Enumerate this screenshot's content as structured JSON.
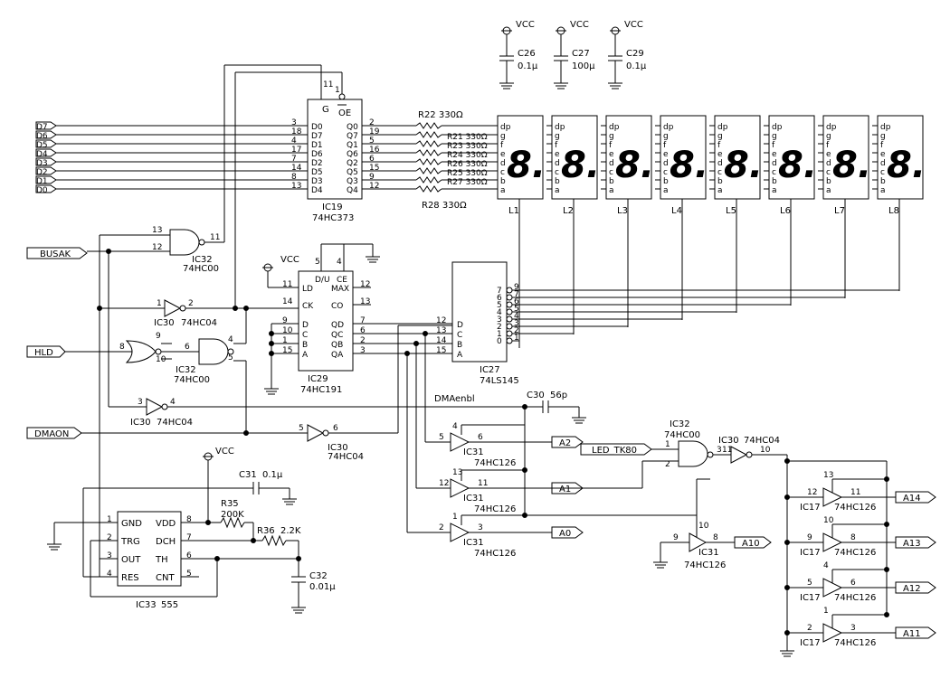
{
  "nets": {
    "vcc": "VCC",
    "data": [
      "D7",
      "D6",
      "D5",
      "D4",
      "D3",
      "D2",
      "D1",
      "D0"
    ],
    "busak": "BUSAK",
    "hld": "HLD",
    "dmaon": "DMAON",
    "dmaenbl": "DMAenbl",
    "led_tk80": "LED_TK80",
    "a2": "A2",
    "a1": "A1",
    "a0": "A0",
    "a10": "A10",
    "a14": "A14",
    "a13": "A13",
    "a12": "A12",
    "a11": "A11"
  },
  "parts": {
    "c26": {
      "ref": "C26",
      "val": "0.1μ"
    },
    "c27": {
      "ref": "C27",
      "val": "100μ"
    },
    "c29": {
      "ref": "C29",
      "val": "0.1μ"
    },
    "c30": {
      "ref": "C30",
      "val": "56p"
    },
    "c31": {
      "ref": "C31",
      "val": "0.1μ"
    },
    "c32": {
      "ref": "C32",
      "val": "0.01μ"
    },
    "r35": {
      "ref": "R35",
      "val": "200K"
    },
    "r36": {
      "ref": "R36",
      "val": "2.2K"
    },
    "r22_28": [
      "R22 330Ω",
      "R21 330Ω",
      "R23 330Ω",
      "R24 330Ω",
      "R26 330Ω",
      "R25 330Ω",
      "R27 330Ω",
      "R28 330Ω"
    ],
    "ic19": {
      "ref": "IC19",
      "type": "74HC373",
      "g": "G",
      "oe": "OE",
      "inputs": [
        "D0",
        "D7",
        "D1",
        "D6",
        "D2",
        "D5",
        "D3",
        "D4"
      ],
      "outputs": [
        "Q0",
        "Q7",
        "Q1",
        "Q6",
        "Q2",
        "Q5",
        "Q3",
        "Q4"
      ],
      "in_pins": [
        "3",
        "18",
        "4",
        "17",
        "7",
        "14",
        "8",
        "13"
      ],
      "out_pins": [
        "2",
        "19",
        "5",
        "16",
        "6",
        "15",
        "9",
        "12"
      ],
      "g_pin": "11",
      "oe_pin": "1"
    },
    "ic29": {
      "ref": "IC29",
      "type": "74HC191",
      "pins_left": [
        "LD",
        "CK",
        "D",
        "C",
        "B",
        "A"
      ],
      "pins_right": [
        "MAX",
        "CO",
        "QD",
        "QC",
        "QB",
        "QA"
      ],
      "top": [
        "D/U",
        "CE"
      ],
      "num_left": [
        "11",
        "14",
        "9",
        "10",
        "1",
        "15"
      ],
      "num_right": [
        "12",
        "13",
        "7",
        "6",
        "2",
        "3"
      ],
      "num_top": [
        "5",
        "4"
      ]
    },
    "ic27": {
      "ref": "IC27",
      "type": "74LS145",
      "in": [
        "D",
        "C",
        "B",
        "A"
      ],
      "out": [
        "7",
        "6",
        "5",
        "4",
        "3",
        "2",
        "1",
        "0"
      ],
      "num_in": [
        "12",
        "13",
        "14",
        "15"
      ],
      "num_out": [
        "9",
        "7",
        "6",
        "5",
        "4",
        "3",
        "2",
        "1"
      ]
    },
    "ic33": {
      "ref": "IC33",
      "type": "555",
      "left": [
        "GND",
        "TRG",
        "OUT",
        "RES"
      ],
      "right": [
        "VDD",
        "DCH",
        "TH",
        "CNT"
      ],
      "num_left": [
        "1",
        "2",
        "3",
        "4"
      ],
      "num_right": [
        "8",
        "7",
        "6",
        "5"
      ]
    },
    "ic32_top": {
      "ref": "IC32",
      "type": "74HC00",
      "p1": "13",
      "p2": "12",
      "po": "11"
    },
    "ic32_mid": {
      "ref": "IC32",
      "type": "74HC00",
      "p1": "4",
      "p2": "5",
      "po": "6",
      "nor_in1": "9",
      "nor_in2": "10",
      "nor_in0": "8"
    },
    "ic32_right": {
      "ref": "IC32",
      "type": "74HC00",
      "p1": "1",
      "p2": "2",
      "po": "3"
    },
    "ic30_a": {
      "ref": "IC30",
      "type": "74HC04",
      "pi": "1",
      "po": "2"
    },
    "ic30_b": {
      "ref": "IC30",
      "type": "74HC04",
      "pi": "3",
      "po": "4"
    },
    "ic30_c": {
      "ref": "IC30",
      "type": "74HC04",
      "pi": "5",
      "po": "6"
    },
    "ic30_d": {
      "ref": "IC30",
      "type": "74HC04",
      "pi": "11",
      "po": "10"
    },
    "ic31_a": {
      "ref": "IC31",
      "type": "74HC126",
      "pi": "5",
      "po": "6",
      "pe": "4"
    },
    "ic31_b": {
      "ref": "IC31",
      "type": "74HC126",
      "pi": "12",
      "po": "11",
      "pe": "13"
    },
    "ic31_c": {
      "ref": "IC31",
      "type": "74HC126",
      "pi": "2",
      "po": "3",
      "pe": "1"
    },
    "ic31_d": {
      "ref": "IC31",
      "type": "",
      "pi": "9",
      "po": "8",
      "pe": "10"
    },
    "ic17_a": {
      "ref": "IC17",
      "type": "74HC126",
      "pi": "12",
      "po": "11",
      "pe": "13"
    },
    "ic17_b": {
      "ref": "IC17",
      "type": "74HC126",
      "pi": "9",
      "po": "8",
      "pe": "10"
    },
    "ic17_c": {
      "ref": "IC17",
      "type": "74HC126",
      "pi": "5",
      "po": "6",
      "pe": "4"
    },
    "ic17_d": {
      "ref": "IC17",
      "type": "74HC126",
      "pi": "2",
      "po": "3",
      "pe": "1"
    },
    "ic31_d_type": "74HC126",
    "ic30_d_type": "74HC04"
  },
  "leds": {
    "labels": [
      "L1",
      "L2",
      "L3",
      "L4",
      "L5",
      "L6",
      "L7",
      "L8"
    ],
    "segments": [
      "dp",
      "g",
      "f",
      "e",
      "d",
      "c",
      "b",
      "a"
    ],
    "digit_glyph": "8."
  }
}
